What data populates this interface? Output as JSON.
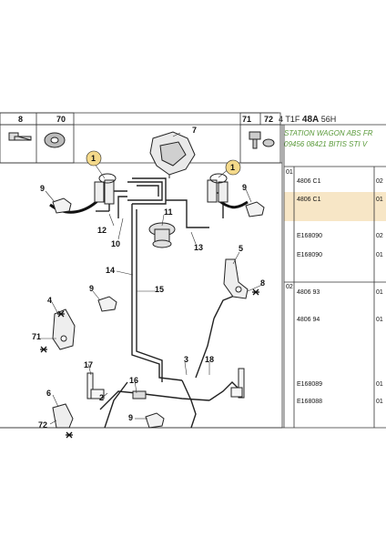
{
  "header": {
    "prefix": "4",
    "code1": "T1F",
    "code2": "48A",
    "code3": "56H"
  },
  "description": {
    "line1": "STATION WAGON ABS FR",
    "line2": "09456 08421 BITIS STI V"
  },
  "corner_boxes": {
    "left_a": "8",
    "left_b": "70",
    "right_a": "71",
    "right_b": "72"
  },
  "callouts": [
    "1",
    "1",
    "2",
    "3",
    "4",
    "5",
    "6",
    "7",
    "8",
    "9",
    "9",
    "9",
    "9",
    "10",
    "11",
    "12",
    "13",
    "14",
    "15",
    "16",
    "17",
    "18",
    "71",
    "72"
  ],
  "groups": {
    "g1": "01",
    "g2": "02"
  },
  "parts": [
    {
      "label": "4806 C1",
      "qty": "02"
    },
    {
      "label": "4806 C1",
      "qty": "01"
    },
    {
      "label": "E168090",
      "qty": "02"
    },
    {
      "label": "E168090",
      "qty": "01"
    },
    {
      "label": "4806 93",
      "qty": "01"
    },
    {
      "label": "4806 94",
      "qty": "01"
    },
    {
      "label": "E168089",
      "qty": "01"
    },
    {
      "label": "E168088",
      "qty": "01"
    }
  ],
  "colors": {
    "highlight": "#f7e6c6",
    "callout_yellow": "#f4d98a",
    "desc_green": "#5a9a3a"
  }
}
